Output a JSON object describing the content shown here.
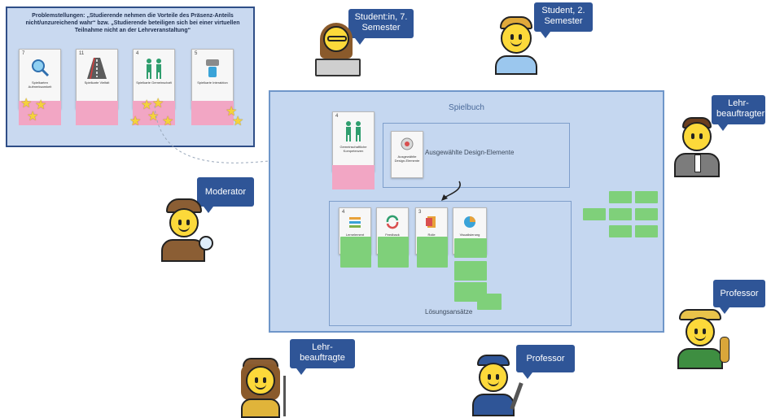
{
  "panel": {
    "title": "Problemstellungen: „Studierende nehmen die Vorteile des Präsenz-Anteils nicht/unzureichend wahr“ bzw. „Studierende beteiligen sich bei einer virtuellen Teilnahme nicht an der Lehrveranstaltung“",
    "cards": [
      {
        "num": "7",
        "title": "Spielkarten Aufmerksamkeit"
      },
      {
        "num": "11",
        "title": "Spielkarte Vielfalt"
      },
      {
        "num": "4",
        "title": "Spielkarte Gemeinschaft"
      },
      {
        "num": "5",
        "title": "Spielkarte Interaktion"
      }
    ]
  },
  "board": {
    "title": "Spielbuch",
    "main_card": {
      "num": "4",
      "title": "Gemeinschaftliche Kompetenzen"
    },
    "design_card": {
      "title": "Ausgewählte Design-Elemente"
    },
    "design_label": "Ausgewählte Design-Elemente",
    "solutions_label": "Lösungsansätze",
    "solution_cards": [
      {
        "num": "4",
        "title": "Lernelement"
      },
      {
        "num": "",
        "title": "Feedback"
      },
      {
        "num": "3",
        "title": "Rolle"
      },
      {
        "num": "",
        "title": "Visualisierung"
      }
    ]
  },
  "personas": [
    {
      "id": "student7",
      "label": "Student:in, 7. Semester"
    },
    {
      "id": "student2",
      "label": "Student, 2. Semester"
    },
    {
      "id": "lehrbeauftragter",
      "label": "Lehr-beauftragter"
    },
    {
      "id": "moderator",
      "label": "Moderator"
    },
    {
      "id": "professor-right",
      "label": "Professor"
    },
    {
      "id": "lehrbeauftragte",
      "label": "Lehr-beauftragte"
    },
    {
      "id": "professor-bottom",
      "label": "Professor"
    }
  ],
  "colors": {
    "panel_bg": "#c9d9f0",
    "panel_border": "#2f4e87",
    "board_bg": "#c5d7f0",
    "bubble": "#2f5597",
    "sticky_pink": "#f2a6c4",
    "sticky_green": "#7fd07a",
    "star": "#f4d23c",
    "face": "#fcd93a"
  }
}
